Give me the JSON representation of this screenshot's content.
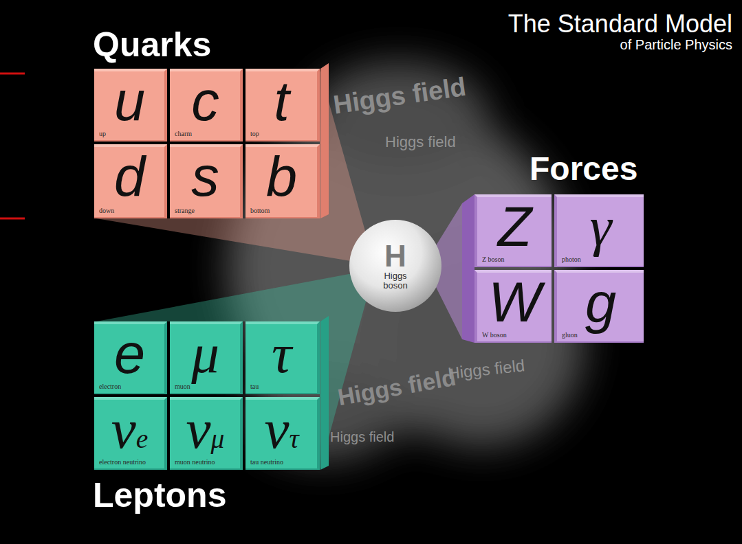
{
  "diagram": {
    "title": "The Standard Model",
    "nodes": [
      {
        "text": [
          "u",
          "up"
        ]
      },
      {
        "text": [
          "c",
          "charm"
        ]
      },
      {
        "text": [
          "t",
          "top"
        ]
      },
      {
        "text": [
          "d",
          "down"
        ]
      },
      {
        "text": [
          "s",
          "strange"
        ]
      },
      {
        "text": [
          "b",
          "bottom"
        ]
      },
      {
        "text": [
          "H",
          "Higgs boson"
        ]
      },
      {
        "text": [
          "Z",
          "Z boson"
        ]
      },
      {
        "text": [
          "γ",
          "photon"
        ]
      },
      {
        "text": [
          "W",
          "W boson"
        ]
      },
      {
        "text": [
          "g",
          "gluon"
        ]
      },
      {
        "text": [
          "e",
          "electron"
        ]
      },
      {
        "text": [
          "μ",
          "muon"
        ]
      },
      {
        "text": [
          "τ",
          "tau"
        ]
      },
      {
        "text": [
          "ν",
          "e",
          "electron neutrino"
        ]
      },
      {
        "text": [
          "ν",
          "μ",
          "muon neutrino"
        ]
      },
      {
        "text": [
          "ν",
          "τ",
          "tau neutrino"
        ]
      }
    ],
    "labels": [
      "of Particle Physics",
      "Quarks",
      "Forces",
      "Leptons",
      "Higgs field",
      "Higgs field",
      "Higgs field",
      "Higgs field",
      "Higgs field"
    ]
  }
}
